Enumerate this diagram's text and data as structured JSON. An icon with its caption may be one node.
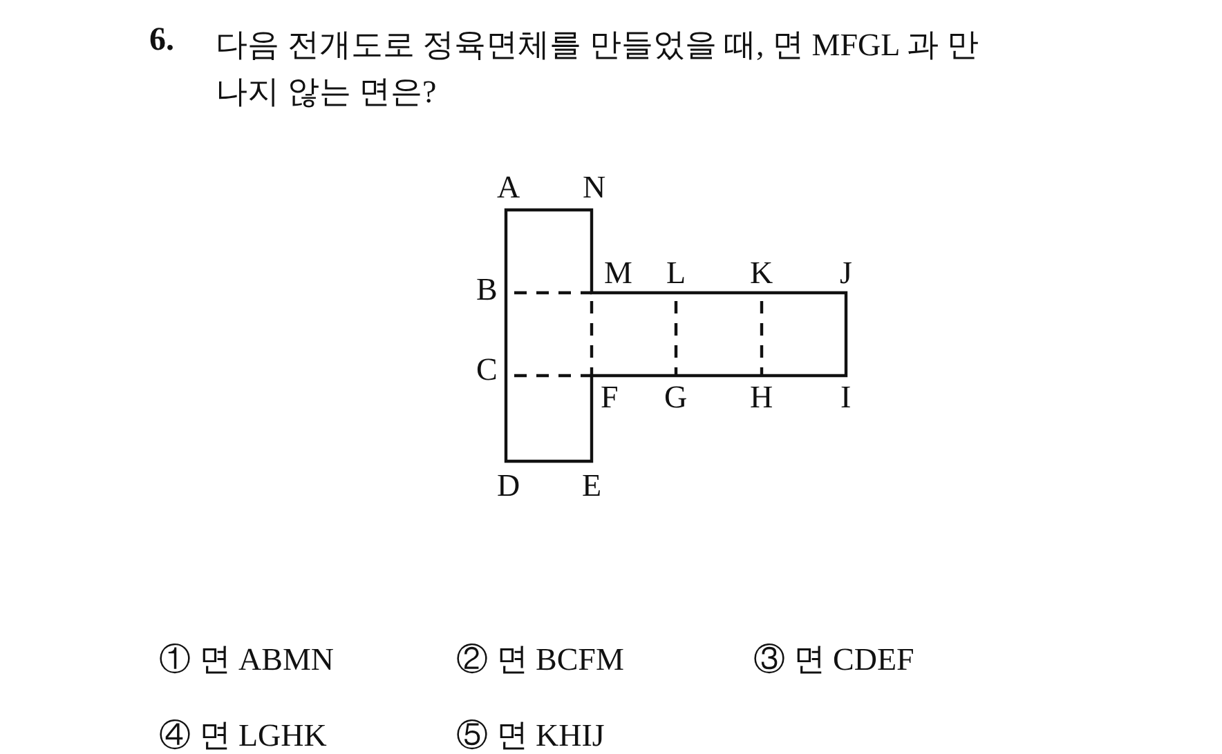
{
  "diagram": {
    "title": "다음 전개도로 정육면체를 만들었을 때, 면 MFGL 과 만나지 않는 면은?",
    "labels": [
      "6.",
      "A",
      "N",
      "B",
      "M",
      "L",
      "K",
      "J",
      "C",
      "F",
      "G",
      "H",
      "I",
      "D",
      "E",
      "① 면 ABMN",
      "② 면 BCFM",
      "③ 면 CDEF",
      "④ 면 LGHK",
      "⑤ 면 KHIJ"
    ]
  }
}
